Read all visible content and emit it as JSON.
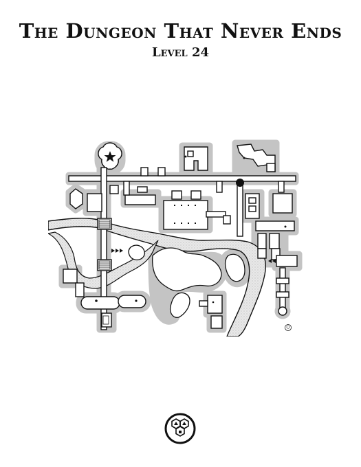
{
  "page": {
    "title": "The Dungeon That Never Ends",
    "subtitle": "Level 24"
  },
  "map": {
    "features": [
      "star-marker",
      "black-pit",
      "river",
      "caverns",
      "rooms",
      "corridors",
      "stairs"
    ]
  },
  "icons": {
    "map_credit": "honeycomb-logo-icon",
    "footer": "honeycomb-badge-icon"
  },
  "colors": {
    "ink": "#111111",
    "paper": "#ffffff",
    "halo": "#bdbdbd",
    "river": "#c9c9c9"
  }
}
